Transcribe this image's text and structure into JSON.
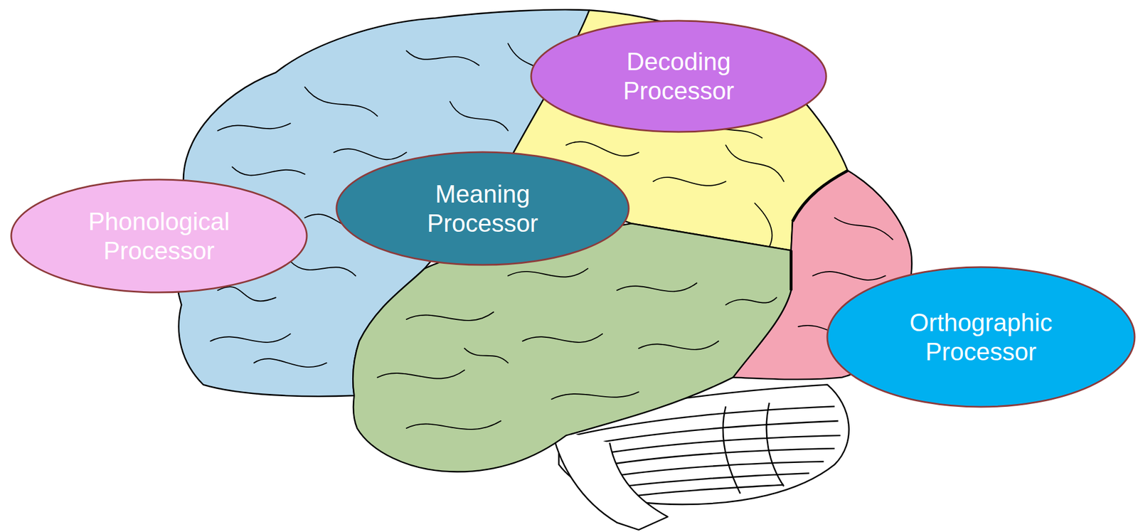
{
  "diagram": {
    "nodes": [
      {
        "text": [
          "Decoding Processor"
        ]
      },
      {
        "text": [
          "Meaning Processor"
        ]
      },
      {
        "text": [
          "Phonological Processor"
        ]
      },
      {
        "text": [
          "Orthographic Processor"
        ]
      }
    ],
    "edges": []
  }
}
